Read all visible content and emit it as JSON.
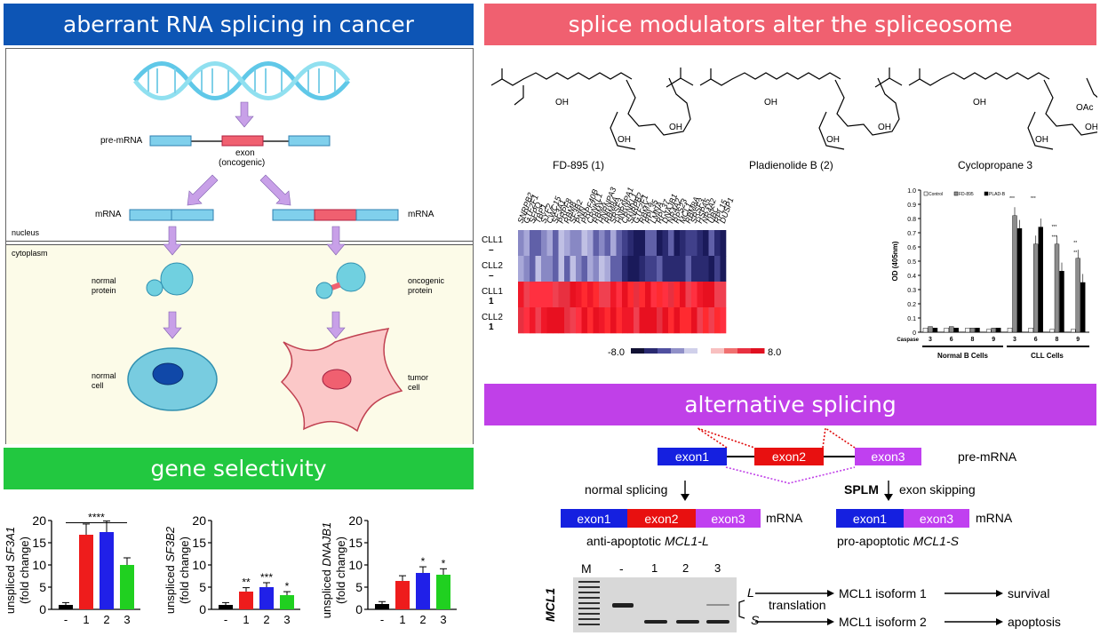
{
  "colors": {
    "blue_banner": "#0d55b5",
    "pink_banner": "#f06070",
    "green_banner": "#22c840",
    "purple_banner": "#c040e8",
    "exon_blue": "#1520e0",
    "exon_red": "#e81010",
    "exon_purple": "#c040f0",
    "oncogenic": "#f05070",
    "cyan": "#78c8e0"
  },
  "banners": {
    "left_top": "aberrant RNA splicing in cancer",
    "right_top": "splice modulators alter the spliceosome",
    "left_bottom": "gene selectivity",
    "right_mid": "alternative splicing"
  },
  "cell_diagram": {
    "pre_mrna": "pre-mRNA",
    "exon_label": "exon",
    "exon_sub": "(oncogenic)",
    "mrna_left": "mRNA",
    "mrna_right": "mRNA",
    "nucleus": "nucleus",
    "cytoplasm": "cytoplasm",
    "normal_protein": [
      "normal",
      "protein"
    ],
    "oncogenic_protein": [
      "oncogenic",
      "protein"
    ],
    "normal_cell": [
      "normal",
      "cell"
    ],
    "tumor_cell": [
      "tumor",
      "cell"
    ]
  },
  "compounds": {
    "c1": "FD-895 (1)",
    "c2": "Pladienolide B (2)",
    "c3": "Cyclopropane 3",
    "oh": "OH",
    "oac": "OAc"
  },
  "heatmap": {
    "genes": [
      "SNRPB2",
      "GTF2F1",
      "SFPQ",
      "TBP1",
      "SYF2",
      "CWC15",
      "SF3A1",
      "PRPF8",
      "RBM8",
      "SF3B2",
      "PNN",
      "PRPF40B",
      "CRNKL1",
      "RBMX",
      "HNRNPA3",
      "RBM8A",
      "SRSF3",
      "HNRNPA1",
      "CRNKL1",
      "SNRPB2",
      "GTF2F1",
      "RBMX",
      "RPL35",
      "LMNA",
      "RPL37",
      "DNAJB1",
      "NR4A2",
      "RPS23",
      "MCL1",
      "RBM8A",
      "SRSF3",
      "HSPA5",
      "NR4A2",
      "UBC",
      "RPL15",
      "DUSP1"
    ],
    "rows": [
      {
        "label": "CLL1",
        "sub": "–"
      },
      {
        "label": "CLL2",
        "sub": "–"
      },
      {
        "label": "CLL1",
        "sub": "1"
      },
      {
        "label": "CLL2",
        "sub": "1"
      }
    ],
    "scale_min": "-8.0",
    "scale_max": "8.0"
  },
  "chart_data": [
    {
      "type": "bar",
      "id": "caspase",
      "ylabel": "OD (405nm)",
      "ylim": [
        0,
        1.0
      ],
      "yticks": [
        "0",
        "0.1",
        "0.2",
        "0.3",
        "0.4",
        "0.5",
        "0.6",
        "0.7",
        "0.8",
        "0.9",
        "1.0"
      ],
      "legend": [
        "Control",
        "FD-895",
        "PLAD-B"
      ],
      "xlabel_prefix": "Caspase",
      "categories": [
        "3",
        "6",
        "8",
        "9",
        "3",
        "6",
        "8",
        "9"
      ],
      "groups": [
        "Normal B Cells",
        "CLL Cells"
      ],
      "series": [
        {
          "name": "Control",
          "values": [
            0.03,
            0.03,
            0.03,
            0.02,
            0.03,
            0.03,
            0.02,
            0.02
          ]
        },
        {
          "name": "FD-895",
          "values": [
            0.04,
            0.04,
            0.03,
            0.03,
            0.82,
            0.62,
            0.62,
            0.52
          ]
        },
        {
          "name": "PLAD-B",
          "values": [
            0.03,
            0.03,
            0.03,
            0.03,
            0.73,
            0.74,
            0.43,
            0.35
          ]
        }
      ],
      "sig": [
        "***",
        "***",
        "***",
        "***",
        "**",
        "**"
      ]
    },
    {
      "type": "bar",
      "id": "sf3a1",
      "ylabel_gene": "SF3A1",
      "ylabel_pre": "unspliced ",
      "ylabel_unit": "(fold change)",
      "ylim": [
        0,
        20
      ],
      "yticks": [
        "0",
        "5",
        "10",
        "15",
        "20"
      ],
      "categories": [
        "-",
        "1",
        "2",
        "3"
      ],
      "values": [
        1.0,
        16.8,
        17.4,
        10.0
      ],
      "colors": [
        "#000000",
        "#ee1c1c",
        "#2020e8",
        "#20d020"
      ],
      "sig": [
        "",
        "****",
        "",
        ""
      ]
    },
    {
      "type": "bar",
      "id": "sf3b2",
      "ylabel_gene": "SF3B2",
      "ylabel_pre": "unspliced ",
      "ylabel_unit": "(fold change)",
      "ylim": [
        0,
        20
      ],
      "yticks": [
        "0",
        "5",
        "10",
        "15",
        "20"
      ],
      "categories": [
        "-",
        "1",
        "2",
        "3"
      ],
      "values": [
        1.0,
        4.0,
        5.0,
        3.2
      ],
      "colors": [
        "#000000",
        "#ee1c1c",
        "#2020e8",
        "#20d020"
      ],
      "sig": [
        "",
        "**",
        "***",
        "*"
      ]
    },
    {
      "type": "bar",
      "id": "dnajb1",
      "ylabel_gene": "DNAJB1",
      "ylabel_pre": "unspliced ",
      "ylabel_unit": "(fold change)",
      "ylim": [
        0,
        20
      ],
      "yticks": [
        "0",
        "5",
        "10",
        "15",
        "20"
      ],
      "categories": [
        "-",
        "1",
        "2",
        "3"
      ],
      "values": [
        1.2,
        6.4,
        8.2,
        7.8
      ],
      "colors": [
        "#000000",
        "#ee1c1c",
        "#2020e8",
        "#20d020"
      ],
      "sig": [
        "",
        "",
        "*",
        "*"
      ]
    }
  ],
  "alt_splicing": {
    "exon1": "exon1",
    "exon2": "exon2",
    "exon3": "exon3",
    "pre_mrna": "pre-mRNA",
    "normal_splicing": "normal splicing",
    "splm": "SPLM",
    "exon_skipping": "exon skipping",
    "mrna1": "mRNA",
    "mrna2": "mRNA",
    "anti_pre": "anti-apoptotic ",
    "anti_gene": "MCL1-L",
    "pro_pre": "pro-apoptotic ",
    "pro_gene": "MCL1-S",
    "gel_lanes": [
      "M",
      "-",
      "1",
      "2",
      "3"
    ],
    "gel_label": "MCL1",
    "band_L": "L",
    "band_S": "S",
    "translation": "translation",
    "iso1": "MCL1 isoform 1",
    "iso2": "MCL1 isoform 2",
    "survival": "survival",
    "apoptosis": "apoptosis"
  }
}
